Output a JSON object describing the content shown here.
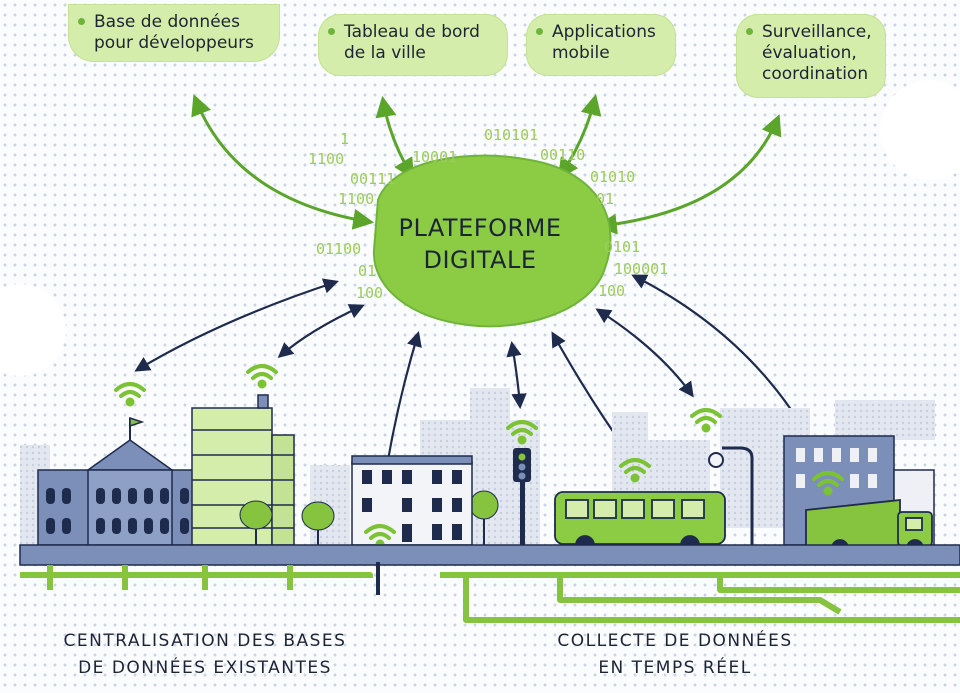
{
  "services": [
    {
      "label": "Base de données\npour développeurs"
    },
    {
      "label": "Tableau de bord\nde la ville"
    },
    {
      "label": "Applications\nmobile"
    },
    {
      "label": "Surveillance,\névaluation,\ncoordination"
    }
  ],
  "platform": {
    "label": "PLATEFORME\nDIGITALE"
  },
  "binary": [
    "1",
    "1100",
    "10001",
    "010101",
    "00110",
    "00111",
    "01010",
    "1100",
    "01",
    "01100",
    "0101",
    "01",
    "100001",
    "100",
    "100"
  ],
  "captions": {
    "left": "CENTRALISATION DES BASES\nDE DONNÉES EXISTANTES",
    "right": "COLLECTE DE DONNÉES\nEN TEMPS RÉEL"
  },
  "colors": {
    "accent_green": "#86c440",
    "light_green": "#d4edaa",
    "navy": "#2a3452",
    "building_blue": "#7c8fb8"
  }
}
